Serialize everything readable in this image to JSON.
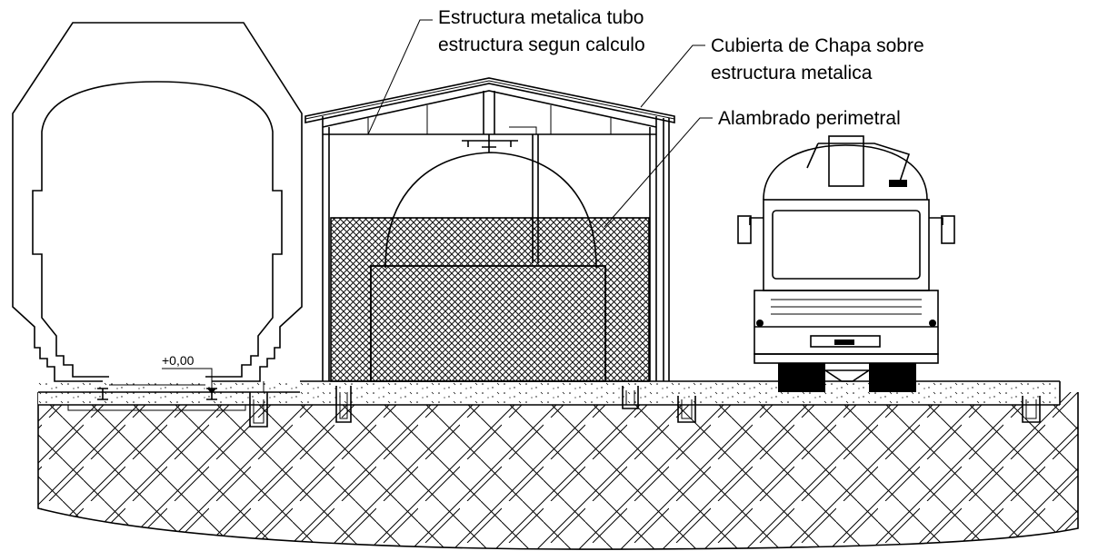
{
  "labels": {
    "structure_line1": "Estructura metalica tubo",
    "structure_line2": "estructura segun calculo",
    "roof_line1": "Cubierta de Chapa sobre",
    "roof_line2": "estructura metalica",
    "fence": "Alambrado perimetral",
    "level": "+0,00"
  }
}
